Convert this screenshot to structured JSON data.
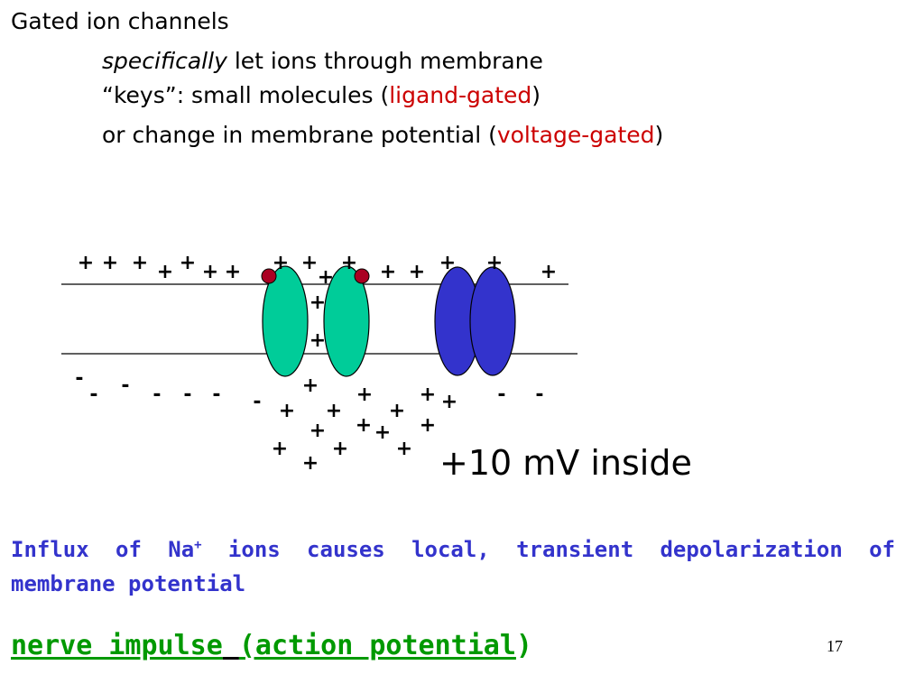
{
  "heading": {
    "title": "Gated ion channels",
    "line1_emphasis": "specifically",
    "line1_rest": " let ions through membrane",
    "line2_prefix": "“keys”: small molecules (",
    "line2_red": "ligand-gated",
    "line2_suffix": ")",
    "line3_prefix": "or change in membrane potential (",
    "line3_red": "voltage-gated",
    "line3_suffix": ")"
  },
  "diagram": {
    "plus_symbol": "+",
    "minus_symbol": "-",
    "colors": {
      "ligand_channel": "#00cc99",
      "voltage_channel": "#3333cc",
      "ligand_molecule": "#aa0022",
      "membrane": "#000000"
    }
  },
  "voltage_label": "+10 mV inside",
  "influx": {
    "part1": "Influx of Na",
    "superscript": "+",
    "part2": " ions causes local, transient depolarization of membrane potential"
  },
  "impulse": {
    "part1": "nerve impulse",
    "gap": " ",
    "part2": "(action potential",
    "close": ")"
  },
  "slide_number": "17"
}
